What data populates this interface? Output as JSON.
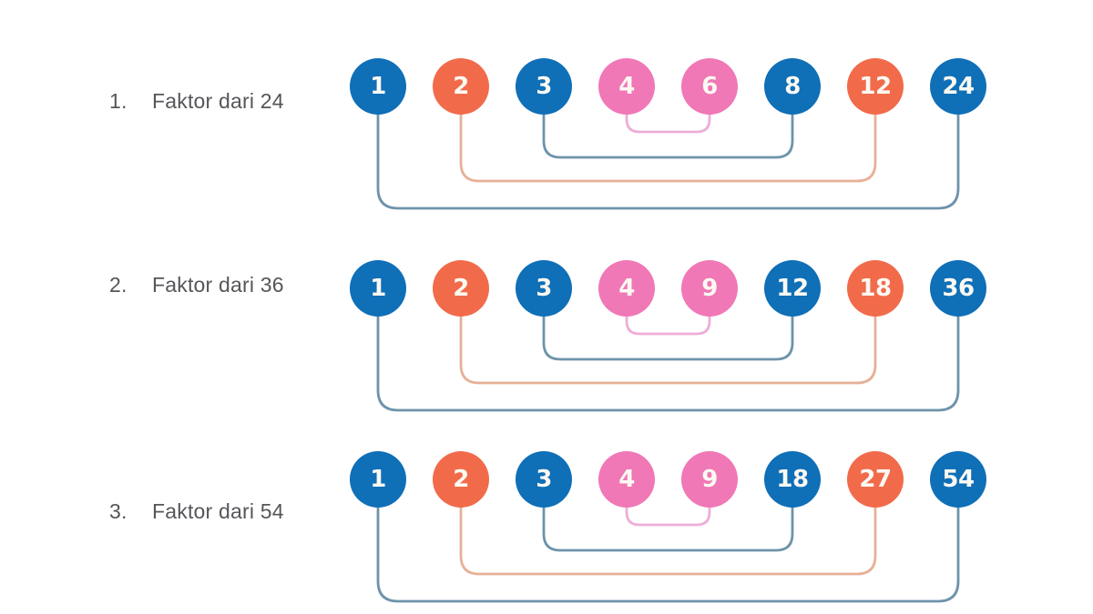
{
  "colors": {
    "blue": "#0f6fb7",
    "orange": "#f16b4b",
    "pink": "#f078b6",
    "number_text": "#fcf9f3",
    "label_text": "#55565a",
    "arc_blue": "#6e93aa",
    "arc_orange": "#e7b096",
    "arc_pink": "#eeadd6"
  },
  "rows": [
    {
      "index_label": "1.",
      "title": "Faktor dari 24",
      "circles": [
        {
          "value": "1",
          "color": "blue"
        },
        {
          "value": "2",
          "color": "orange"
        },
        {
          "value": "3",
          "color": "blue"
        },
        {
          "value": "4",
          "color": "pink"
        },
        {
          "value": "6",
          "color": "pink"
        },
        {
          "value": "8",
          "color": "blue"
        },
        {
          "value": "12",
          "color": "orange"
        },
        {
          "value": "24",
          "color": "blue"
        }
      ],
      "pairs": [
        {
          "a": 3,
          "b": 4,
          "color": "pink"
        },
        {
          "a": 2,
          "b": 5,
          "color": "blue"
        },
        {
          "a": 1,
          "b": 6,
          "color": "orange"
        },
        {
          "a": 0,
          "b": 7,
          "color": "blue"
        }
      ]
    },
    {
      "index_label": "2.",
      "title": "Faktor dari 36",
      "circles": [
        {
          "value": "1",
          "color": "blue"
        },
        {
          "value": "2",
          "color": "orange"
        },
        {
          "value": "3",
          "color": "blue"
        },
        {
          "value": "4",
          "color": "pink"
        },
        {
          "value": "9",
          "color": "pink"
        },
        {
          "value": "12",
          "color": "blue"
        },
        {
          "value": "18",
          "color": "orange"
        },
        {
          "value": "36",
          "color": "blue"
        }
      ],
      "pairs": [
        {
          "a": 3,
          "b": 4,
          "color": "pink"
        },
        {
          "a": 2,
          "b": 5,
          "color": "blue"
        },
        {
          "a": 1,
          "b": 6,
          "color": "orange"
        },
        {
          "a": 0,
          "b": 7,
          "color": "blue"
        }
      ]
    },
    {
      "index_label": "3.",
      "title": "Faktor dari 54",
      "circles": [
        {
          "value": "1",
          "color": "blue"
        },
        {
          "value": "2",
          "color": "orange"
        },
        {
          "value": "3",
          "color": "blue"
        },
        {
          "value": "4",
          "color": "pink"
        },
        {
          "value": "9",
          "color": "pink"
        },
        {
          "value": "18",
          "color": "blue"
        },
        {
          "value": "27",
          "color": "orange"
        },
        {
          "value": "54",
          "color": "blue"
        }
      ],
      "pairs": [
        {
          "a": 3,
          "b": 4,
          "color": "pink"
        },
        {
          "a": 2,
          "b": 5,
          "color": "blue"
        },
        {
          "a": 1,
          "b": 6,
          "color": "orange"
        },
        {
          "a": 0,
          "b": 7,
          "color": "blue"
        }
      ]
    }
  ]
}
